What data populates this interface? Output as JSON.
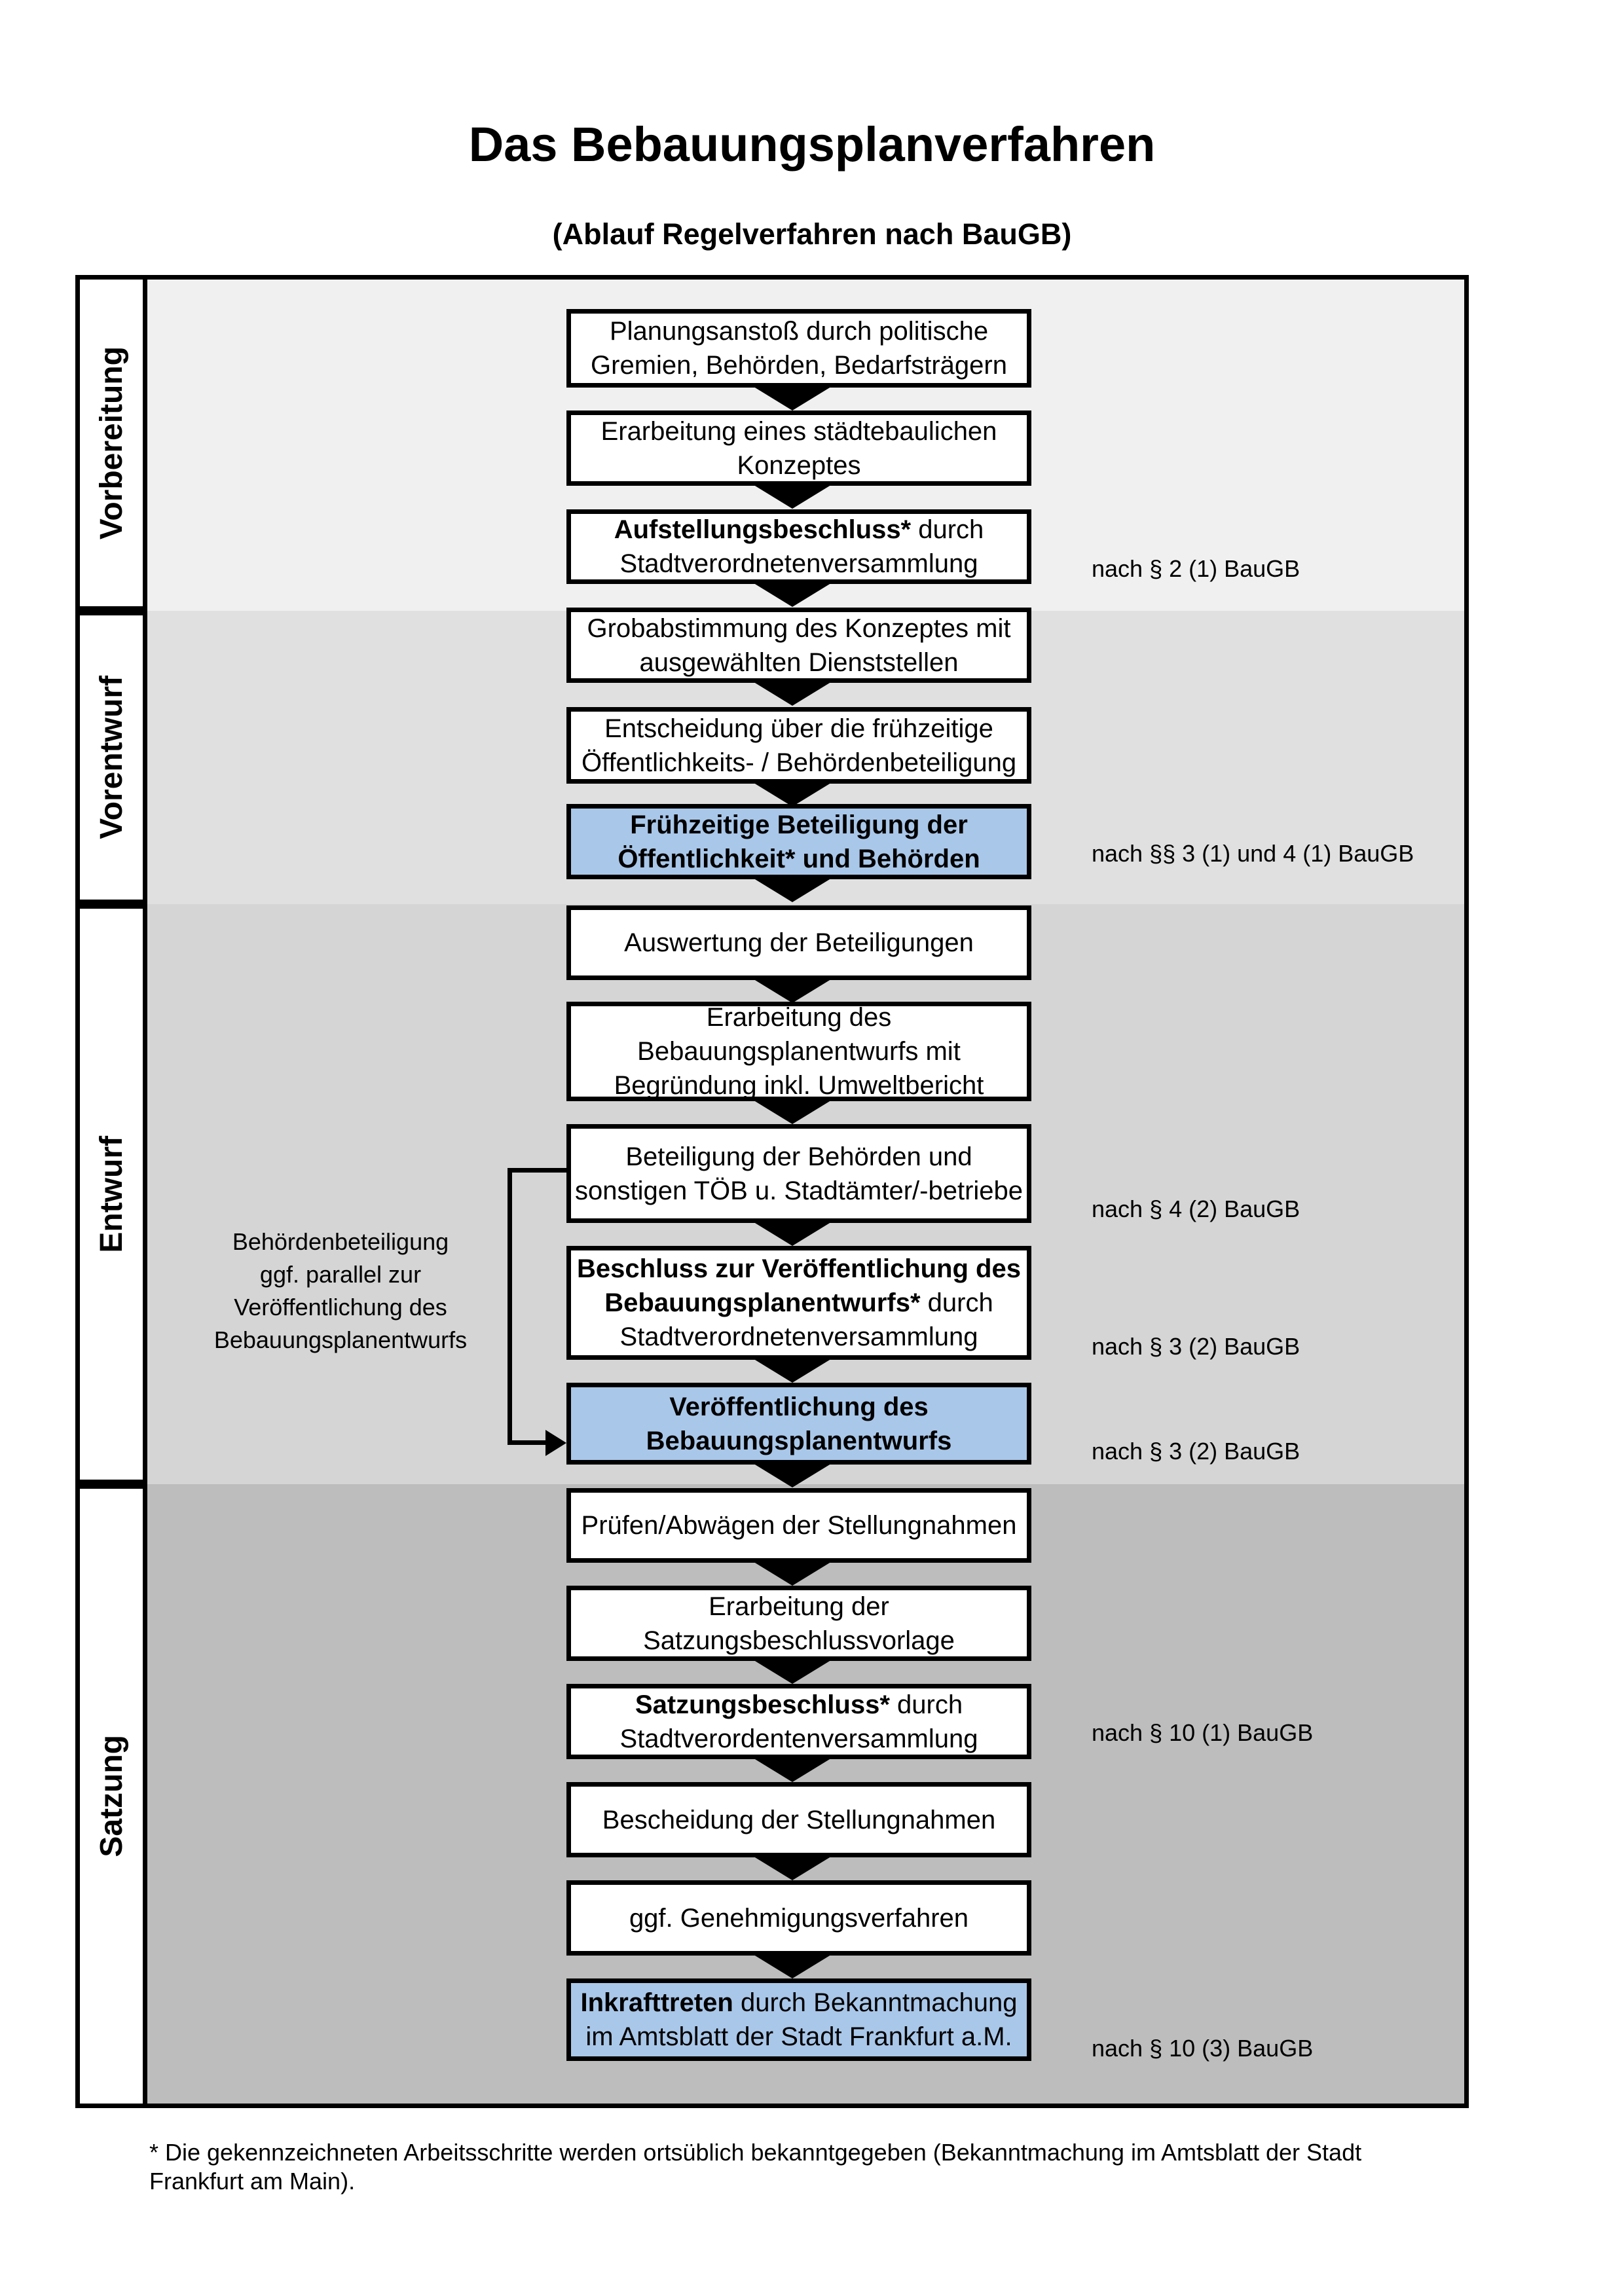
{
  "title": "Das Bebauungsplanverfahren",
  "subtitle": "(Ablauf Regelverfahren nach BauGB)",
  "colors": {
    "highlight_blue": "#a9c7e9",
    "band_vorbereitung": "#f0f0f0",
    "band_vorentwurf": "#e0e0e0",
    "band_entwurf": "#d5d5d5",
    "band_satzung": "#bdbdbd",
    "box_border": "#000000"
  },
  "phases": [
    {
      "label": "Vorbereitung"
    },
    {
      "label": "Vorentwurf"
    },
    {
      "label": "Entwurf"
    },
    {
      "label": "Satzung"
    }
  ],
  "steps": [
    {
      "lines": [
        [
          {
            "t": "Planungsanstoß durch politische"
          }
        ],
        [
          {
            "t": "Gremien, Behörden, Bedarfsträgern"
          }
        ]
      ]
    },
    {
      "lines": [
        [
          {
            "t": "Erarbeitung eines städtebaulichen"
          }
        ],
        [
          {
            "t": "Konzeptes"
          }
        ]
      ]
    },
    {
      "lines": [
        [
          {
            "t": "Aufstellungsbeschluss*",
            "bold": true
          },
          {
            "t": " durch"
          }
        ],
        [
          {
            "t": "Stadtverordnetenversammlung"
          }
        ]
      ]
    },
    {
      "lines": [
        [
          {
            "t": "Grobabstimmung des Konzeptes mit"
          }
        ],
        [
          {
            "t": "ausgewählten Dienststellen"
          }
        ]
      ]
    },
    {
      "lines": [
        [
          {
            "t": "Entscheidung über die frühzeitige"
          }
        ],
        [
          {
            "t": "Öffentlichkeits- / Behördenbeteiligung"
          }
        ]
      ]
    },
    {
      "highlight": true,
      "lines": [
        [
          {
            "t": "Frühzeitige Beteiligung der",
            "bold": true
          }
        ],
        [
          {
            "t": "Öffentlichkeit* und Behörden",
            "bold": true
          }
        ]
      ]
    },
    {
      "lines": [
        [
          {
            "t": "Auswertung der Beteiligungen"
          }
        ]
      ]
    },
    {
      "lines": [
        [
          {
            "t": "Erarbeitung des"
          }
        ],
        [
          {
            "t": "Bebauungsplanentwurfs mit"
          }
        ],
        [
          {
            "t": "Begründung inkl. Umweltbericht"
          }
        ]
      ]
    },
    {
      "lines": [
        [
          {
            "t": "Beteiligung der Behörden und"
          }
        ],
        [
          {
            "t": "sonstigen TÖB u. Stadtämter/-betriebe"
          }
        ]
      ]
    },
    {
      "lines": [
        [
          {
            "t": "Beschluss zur Veröffentlichung des",
            "bold": true
          }
        ],
        [
          {
            "t": "Bebauungsplanentwurfs*",
            "bold": true
          },
          {
            "t": " durch"
          }
        ],
        [
          {
            "t": "Stadtverordnetenversammlung"
          }
        ]
      ]
    },
    {
      "highlight": true,
      "lines": [
        [
          {
            "t": "Veröffentlichung des",
            "bold": true
          }
        ],
        [
          {
            "t": "Bebauungsplanentwurfs",
            "bold": true
          }
        ]
      ]
    },
    {
      "lines": [
        [
          {
            "t": "Prüfen/Abwägen der Stellungnahmen"
          }
        ]
      ]
    },
    {
      "lines": [
        [
          {
            "t": "Erarbeitung der"
          }
        ],
        [
          {
            "t": "Satzungsbeschlussvorlage"
          }
        ]
      ]
    },
    {
      "lines": [
        [
          {
            "t": "Satzungsbeschluss*",
            "bold": true
          },
          {
            "t": " durch"
          }
        ],
        [
          {
            "t": "Stadtverordentenversammlung"
          }
        ]
      ]
    },
    {
      "lines": [
        [
          {
            "t": "Bescheidung der Stellungnahmen"
          }
        ]
      ]
    },
    {
      "lines": [
        [
          {
            "t": "ggf. Genehmigungsverfahren"
          }
        ]
      ]
    },
    {
      "highlight": true,
      "lines": [
        [
          {
            "t": "Inkrafttreten",
            "bold": true
          },
          {
            "t": " durch Bekanntmachung"
          }
        ],
        [
          {
            "t": "im Amtsblatt der Stadt Frankfurt a.M."
          }
        ]
      ]
    }
  ],
  "references": [
    {
      "text": "nach § 2 (1) BauGB"
    },
    {
      "text": "nach §§ 3 (1) und 4 (1) BauGB"
    },
    {
      "text": "nach § 4 (2) BauGB"
    },
    {
      "text": "nach § 3 (2) BauGB"
    },
    {
      "text": "nach § 3 (2) BauGB"
    },
    {
      "text": "nach § 10 (1) BauGB"
    },
    {
      "text": "nach § 10 (3) BauGB"
    }
  ],
  "annotation": [
    "Behördenbeteiligung",
    "ggf. parallel zur",
    "Veröffentlichung des",
    "Bebauungsplanentwurfs"
  ],
  "footnote": [
    "* Die gekennzeichneten Arbeitsschritte werden ortsüblich bekanntgegeben (Bekanntmachung im Amtsblatt  der Stadt",
    "Frankfurt am Main)."
  ]
}
